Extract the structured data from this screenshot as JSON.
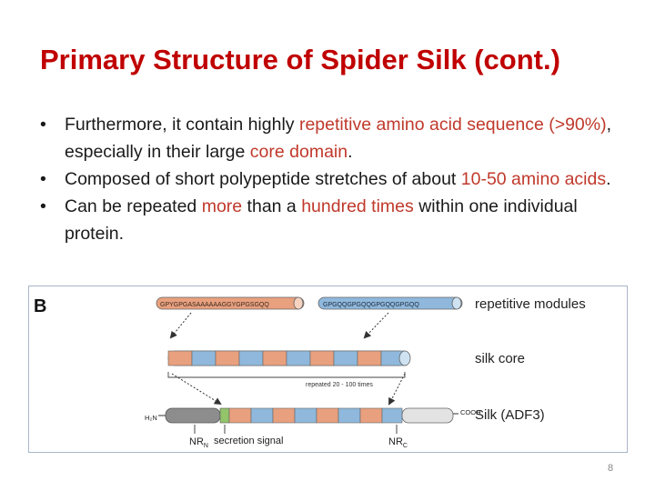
{
  "slide": {
    "title": "Primary Structure of Spider Silk (cont.)",
    "page_number": "8"
  },
  "bullets": [
    {
      "before": "Furthermore, it contain highly ",
      "hl1": "repetitive amino acid sequence (>90%)",
      "mid": ", especially in their large ",
      "hl2": "core domain",
      "after": "."
    },
    {
      "before": "Composed of short polypeptide stretches of about ",
      "hl1": "10-50 amino acids",
      "after": "."
    },
    {
      "before": "Can be repeated  ",
      "hl1": "more",
      "mid": " than a ",
      "hl2": "hundred times",
      "after": " within one individual protein."
    }
  ],
  "figure": {
    "panel_label": "B",
    "module_seq_1": "GPYGPGASAAAAAAGGYGPGSGQQ",
    "module_seq_2": "GPGQQGPGQQGPGQQGPGQQ",
    "label_repetitive": "repetitive modules",
    "label_core": "silk core",
    "label_repeat_note": "repeated 20 - 100 times",
    "label_silk": "Silk (ADF3)",
    "label_h2n": "H₂N",
    "label_cooh": "COOH",
    "label_nrn": "NR",
    "label_nrn_sub": "N",
    "label_secretion": "secretion signal",
    "label_nrc": "NR",
    "label_nrc_sub": "C",
    "colors": {
      "orange": "#e8a07e",
      "blue": "#8fb8dc",
      "gray": "#8d8d8d",
      "green": "#93c46a",
      "light": "#e3e3e3"
    }
  }
}
